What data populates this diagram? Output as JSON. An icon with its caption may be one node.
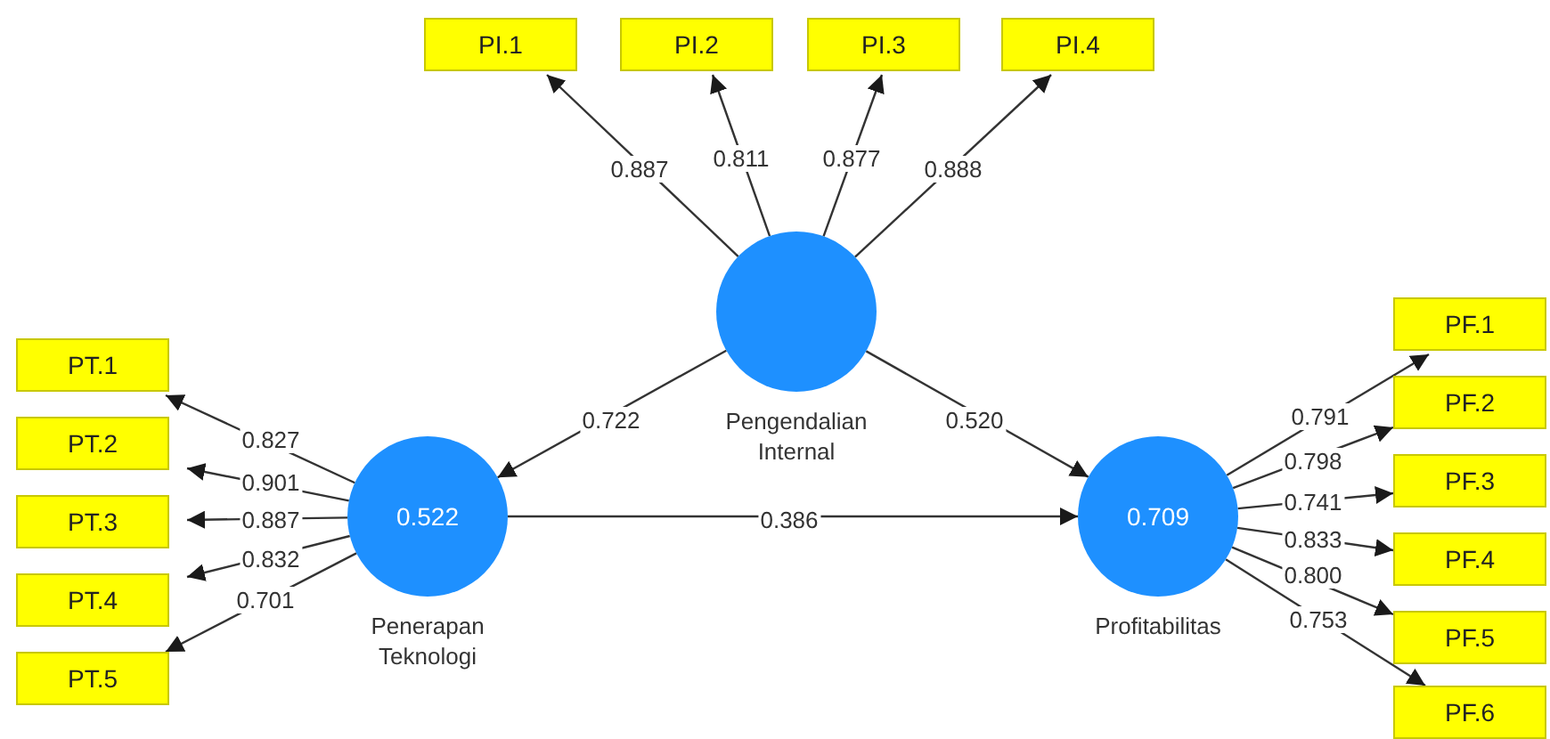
{
  "diagram": {
    "nodes": [
      {
        "text": [
          "Pengendalian Internal"
        ]
      },
      {
        "text": [
          "0.522",
          "Penerapan Teknologi"
        ]
      },
      {
        "text": [
          "0.709",
          "Profitabilitas"
        ]
      },
      {
        "text": [
          "PI.1"
        ]
      },
      {
        "text": [
          "PI.2"
        ]
      },
      {
        "text": [
          "PI.3"
        ]
      },
      {
        "text": [
          "PI.4"
        ]
      },
      {
        "text": [
          "PT.1"
        ]
      },
      {
        "text": [
          "PT.2"
        ]
      },
      {
        "text": [
          "PT.3"
        ]
      },
      {
        "text": [
          "PT.4"
        ]
      },
      {
        "text": [
          "PT.5"
        ]
      },
      {
        "text": [
          "PF.1"
        ]
      },
      {
        "text": [
          "PF.2"
        ]
      },
      {
        "text": [
          "PF.3"
        ]
      },
      {
        "text": [
          "PF.4"
        ]
      },
      {
        "text": [
          "PF.5"
        ]
      },
      {
        "text": [
          "PF.6"
        ]
      }
    ],
    "edges": [
      {
        "from": 0,
        "to": 3,
        "arrow": "to",
        "label": "0.887"
      },
      {
        "from": 0,
        "to": 4,
        "arrow": "to",
        "label": "0.811"
      },
      {
        "from": 0,
        "to": 5,
        "arrow": "to",
        "label": "0.877"
      },
      {
        "from": 0,
        "to": 6,
        "arrow": "to",
        "label": "0.888"
      },
      {
        "from": 1,
        "to": 7,
        "arrow": "to",
        "label": "0.827"
      },
      {
        "from": 1,
        "to": 8,
        "arrow": "to",
        "label": "0.901"
      },
      {
        "from": 1,
        "to": 9,
        "arrow": "to",
        "label": "0.887"
      },
      {
        "from": 1,
        "to": 10,
        "arrow": "to",
        "label": "0.832"
      },
      {
        "from": 1,
        "to": 11,
        "arrow": "to",
        "label": "0.701"
      },
      {
        "from": 2,
        "to": 12,
        "arrow": "to",
        "label": "0.791"
      },
      {
        "from": 2,
        "to": 13,
        "arrow": "to",
        "label": "0.798"
      },
      {
        "from": 2,
        "to": 14,
        "arrow": "to",
        "label": "0.741"
      },
      {
        "from": 2,
        "to": 15,
        "arrow": "to",
        "label": "0.833"
      },
      {
        "from": 2,
        "to": 16,
        "arrow": "to",
        "label": "0.800"
      },
      {
        "from": 2,
        "to": 17,
        "arrow": "to",
        "label": "0.753"
      },
      {
        "from": 0,
        "to": 1,
        "arrow": "to",
        "label": "0.722"
      },
      {
        "from": 0,
        "to": 2,
        "arrow": "to",
        "label": "0.520"
      },
      {
        "from": 1,
        "to": 2,
        "arrow": "to",
        "label": "0.386"
      }
    ]
  }
}
